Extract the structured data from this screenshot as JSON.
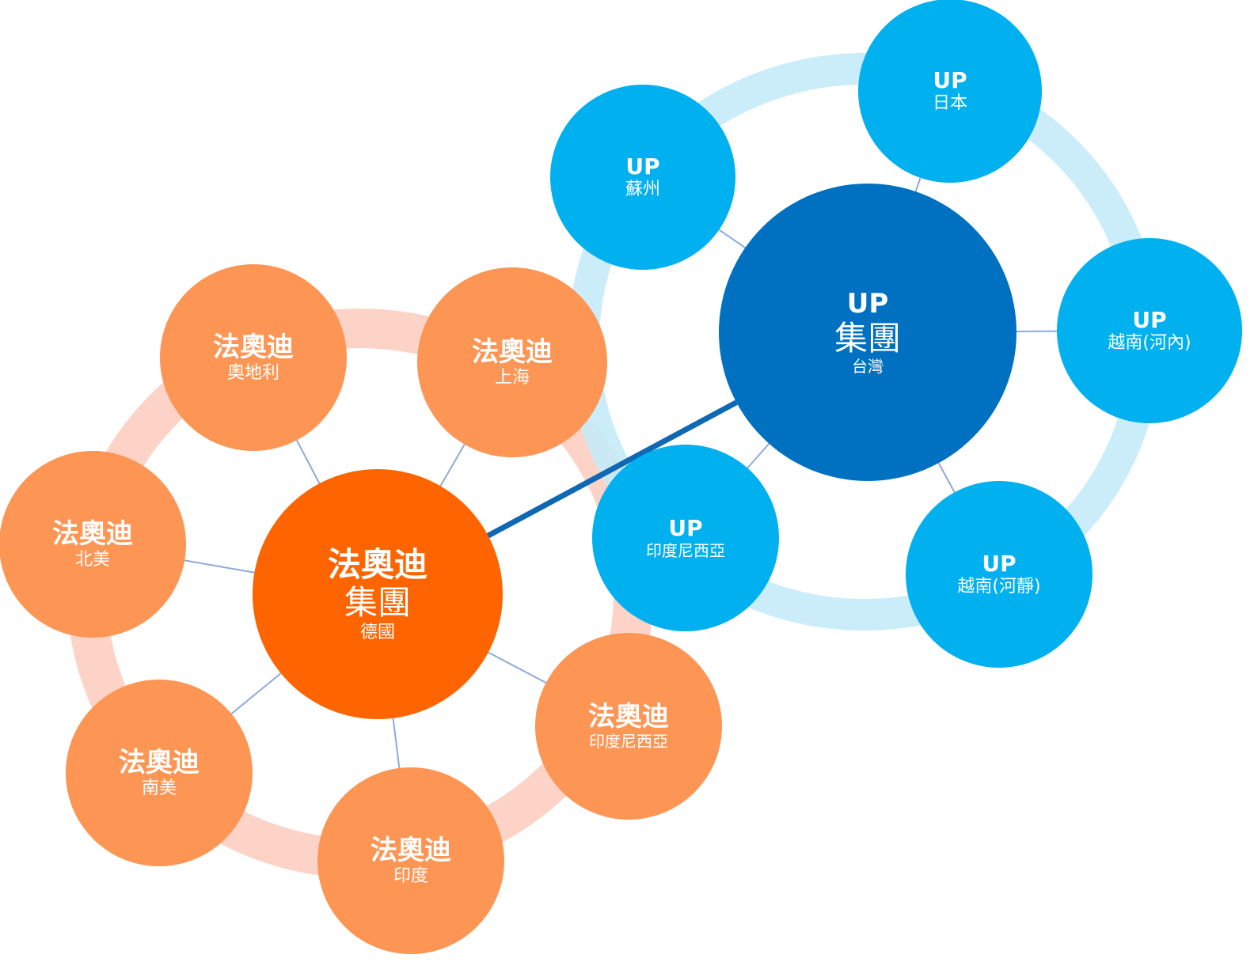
{
  "colors": {
    "orange_ring": "#fcd3c6",
    "orange_node": "#fd9554",
    "orange_center": "#fe6400",
    "blue_ring": "#c5ebfa",
    "blue_node": "#01b0ef",
    "blue_center": "#0070c0",
    "link": "#8ea9db",
    "bridge": "#0e68b4"
  },
  "fadi_group": {
    "center": {
      "line1": "法奧迪",
      "line2": "集團",
      "line3": "德國"
    },
    "nodes": [
      {
        "id": "austria",
        "line1": "法奧迪",
        "line2": "奧地利"
      },
      {
        "id": "shanghai",
        "line1": "法奧迪",
        "line2": "上海"
      },
      {
        "id": "north-america",
        "line1": "法奧迪",
        "line2": "北美"
      },
      {
        "id": "south-america",
        "line1": "法奧迪",
        "line2": "南美"
      },
      {
        "id": "india",
        "line1": "法奧迪",
        "line2": "印度"
      },
      {
        "id": "indonesia",
        "line1": "法奧迪",
        "line2": "印度尼西亞"
      }
    ]
  },
  "up_group": {
    "center": {
      "line1": "UP",
      "line2": "集團",
      "line3": "台灣"
    },
    "nodes": [
      {
        "id": "japan",
        "line1": "UP",
        "line2": "日本"
      },
      {
        "id": "suzhou",
        "line1": "UP",
        "line2": "蘇州"
      },
      {
        "id": "vietnam-hanoi",
        "line1": "UP",
        "line2": "越南(河內)"
      },
      {
        "id": "indonesia",
        "line1": "UP",
        "line2": "印度尼西亞"
      },
      {
        "id": "vietnam-hatinh",
        "line1": "UP",
        "line2": "越南(河靜)"
      }
    ]
  }
}
